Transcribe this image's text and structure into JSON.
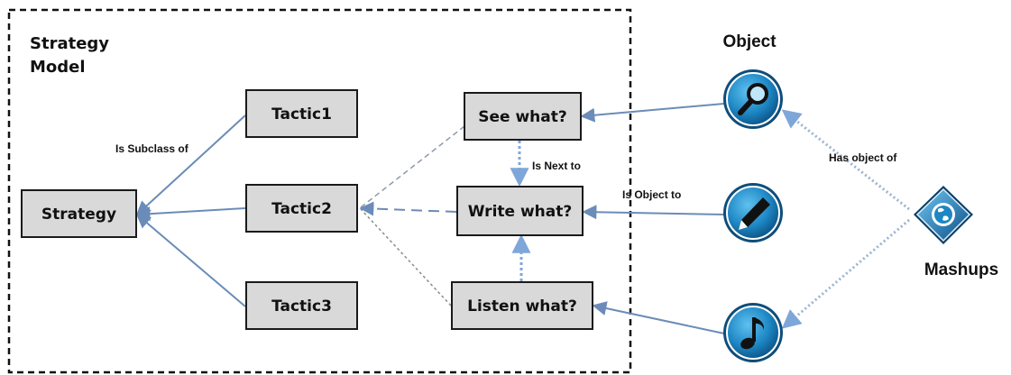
{
  "model": {
    "title_line1": "Strategy",
    "title_line2": "Model"
  },
  "nodes": {
    "strategy": "Strategy",
    "tactic1": "Tactic1",
    "tactic2": "Tactic2",
    "tactic3": "Tactic3",
    "see": "See what?",
    "write": "Write what?",
    "listen": "Listen what?"
  },
  "labels": {
    "subclass": "Is Subclass of",
    "next": "Is Next to",
    "object_to": "Is Object to",
    "has_object": "Has object of",
    "object": "Object",
    "mashups": "Mashups"
  },
  "icons": {
    "search": "search-icon",
    "pen": "pen-icon",
    "music": "music-note-icon",
    "mashups": "globe-icon"
  },
  "colors": {
    "box_fill": "#d9d9d9",
    "edge": "#6b8cb8",
    "dotted_edge": "#7fa6d8",
    "icon_blue": "#1d86c3"
  }
}
